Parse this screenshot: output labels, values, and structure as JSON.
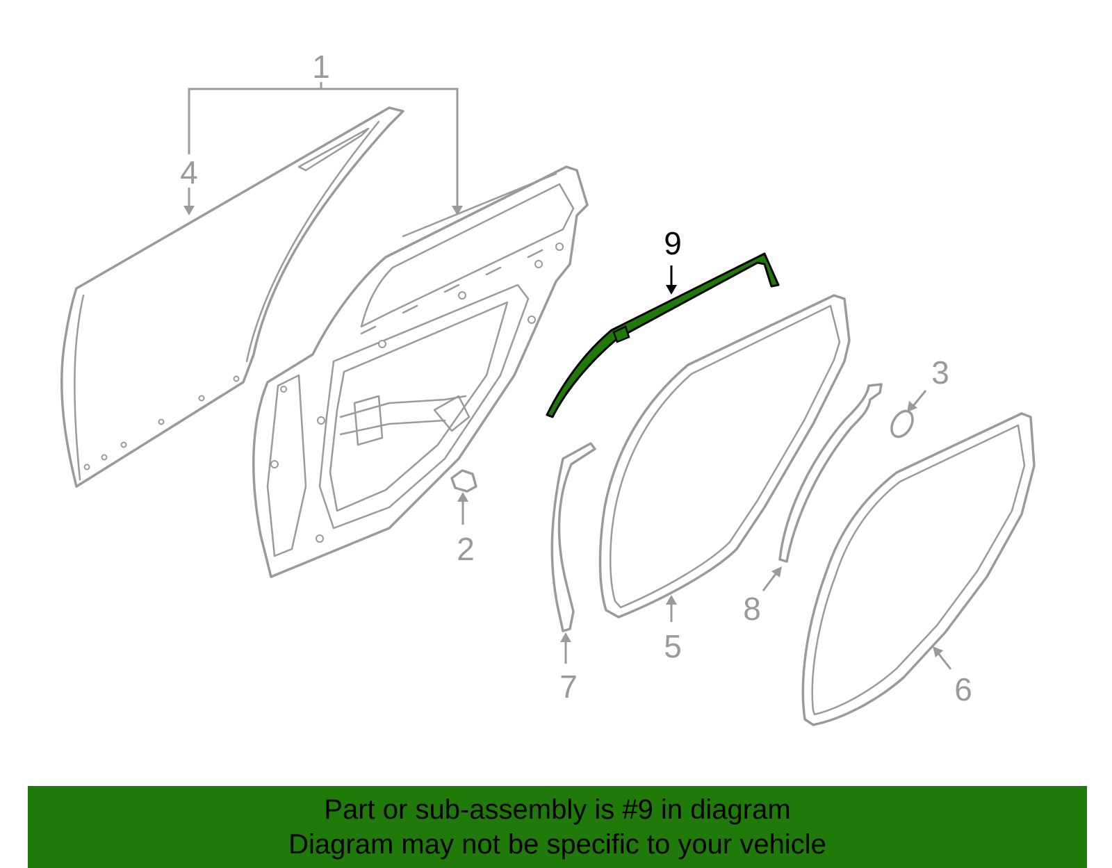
{
  "diagram": {
    "callouts": [
      "1",
      "2",
      "3",
      "4",
      "5",
      "6",
      "7",
      "8",
      "9"
    ],
    "highlighted_callout": "9",
    "colors": {
      "part_line": "#9a9a9a",
      "highlight_fill": "#1f7a0a",
      "highlight_stroke": "#000000",
      "banner_bg": "#1f7a0a"
    }
  },
  "banner": {
    "line1": "Part or sub-assembly is #9 in diagram",
    "line2": "Diagram may not be specific to your vehicle"
  }
}
